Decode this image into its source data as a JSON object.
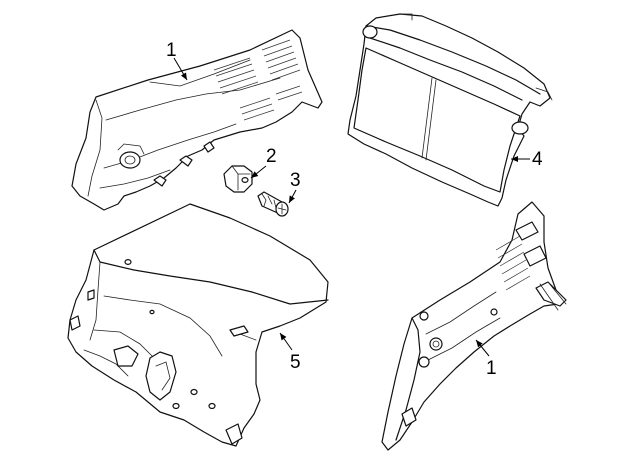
{
  "callouts": {
    "c1_top": "1",
    "c2": "2",
    "c3": "3",
    "c4": "4",
    "c5": "5",
    "c1_bottom": "1"
  },
  "colors": {
    "line": "#111111",
    "background": "#ffffff"
  }
}
